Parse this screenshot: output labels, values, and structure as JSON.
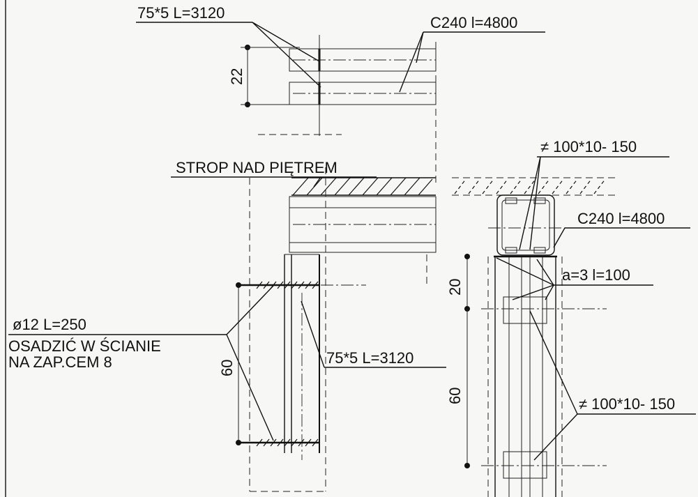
{
  "labels": {
    "angle_top": "75*5  L=3120",
    "channel_top": "C240  l=4800",
    "dim_22": "22",
    "strop": "STROP NAD PIĘTREM",
    "plate_top": "≠ 100*10- 150",
    "channel_right": "C240  l=4800",
    "weld": "a=3  l=100",
    "dim_20": "20",
    "rod": "ø12 L=250",
    "osadzic_1": "OSADZIĆ  W ŚCIANIE",
    "osadzic_2": "NA ZAP.CEM 8",
    "dim_60_left": "60",
    "angle_mid": "75*5  L=3120",
    "dim_60_right": "60",
    "plate_bottom": "≠ 100*10- 150"
  }
}
